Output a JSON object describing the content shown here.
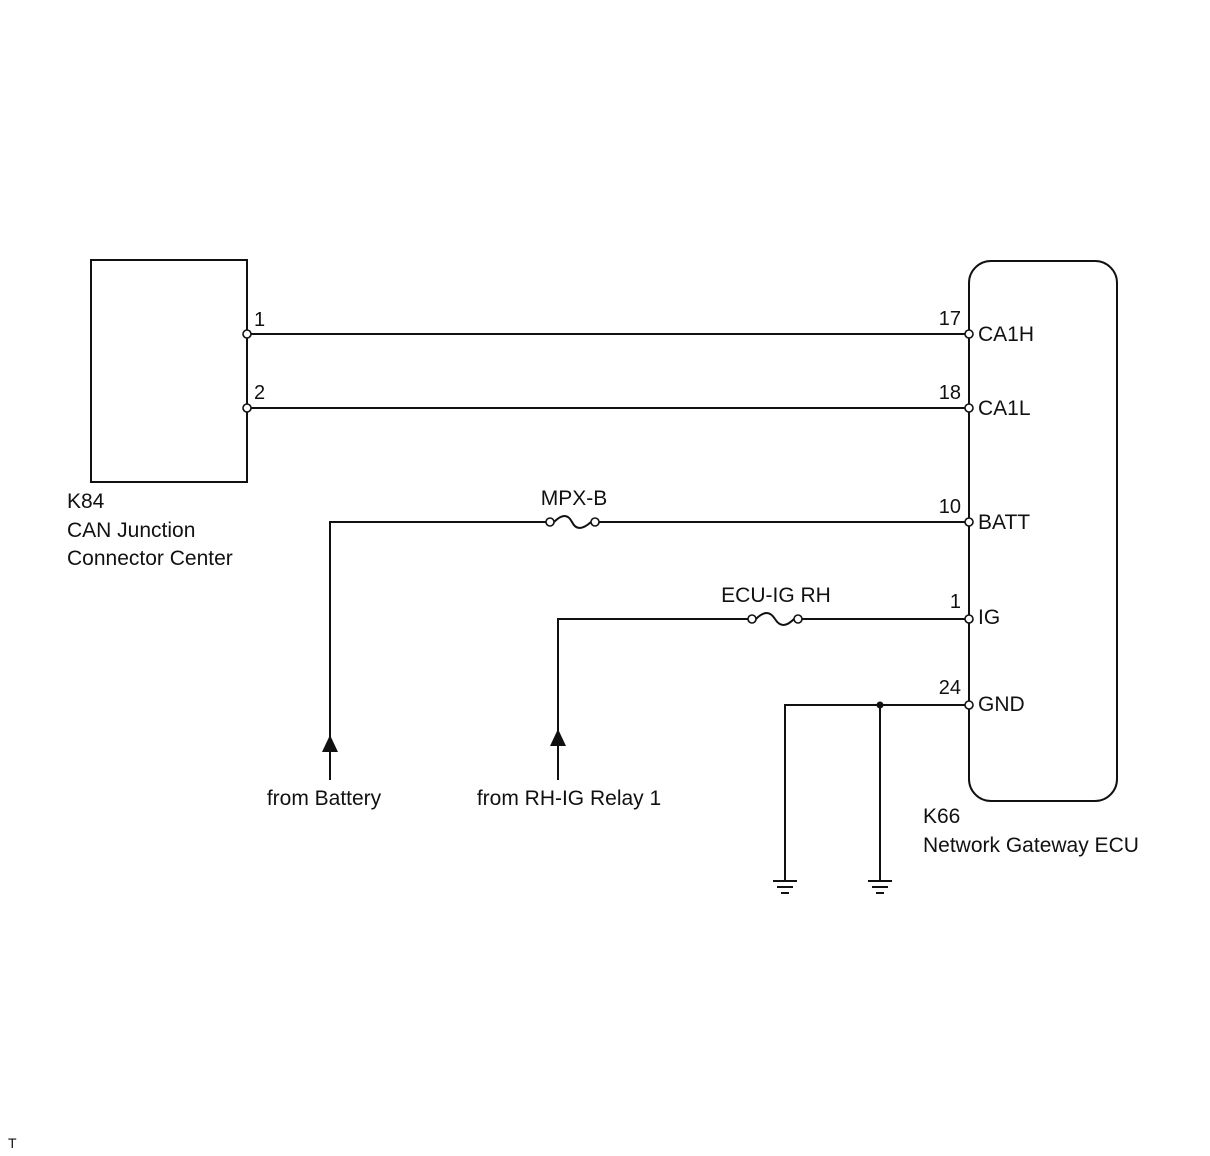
{
  "components": {
    "k84": {
      "code": "K84",
      "name_line1": "CAN Junction",
      "name_line2": "Connector Center",
      "pins": [
        "1",
        "2"
      ]
    },
    "k66": {
      "code": "K66",
      "name": "Network Gateway ECU",
      "pins": [
        {
          "num": "17",
          "signal": "CA1H"
        },
        {
          "num": "18",
          "signal": "CA1L"
        },
        {
          "num": "10",
          "signal": "BATT"
        },
        {
          "num": "1",
          "signal": "IG"
        },
        {
          "num": "24",
          "signal": "GND"
        }
      ]
    }
  },
  "fuses": {
    "batt": "MPX-B",
    "ig": "ECU-IG RH"
  },
  "sources": {
    "battery": "from Battery",
    "relay": "from RH-IG Relay 1"
  },
  "corner_mark": "T"
}
